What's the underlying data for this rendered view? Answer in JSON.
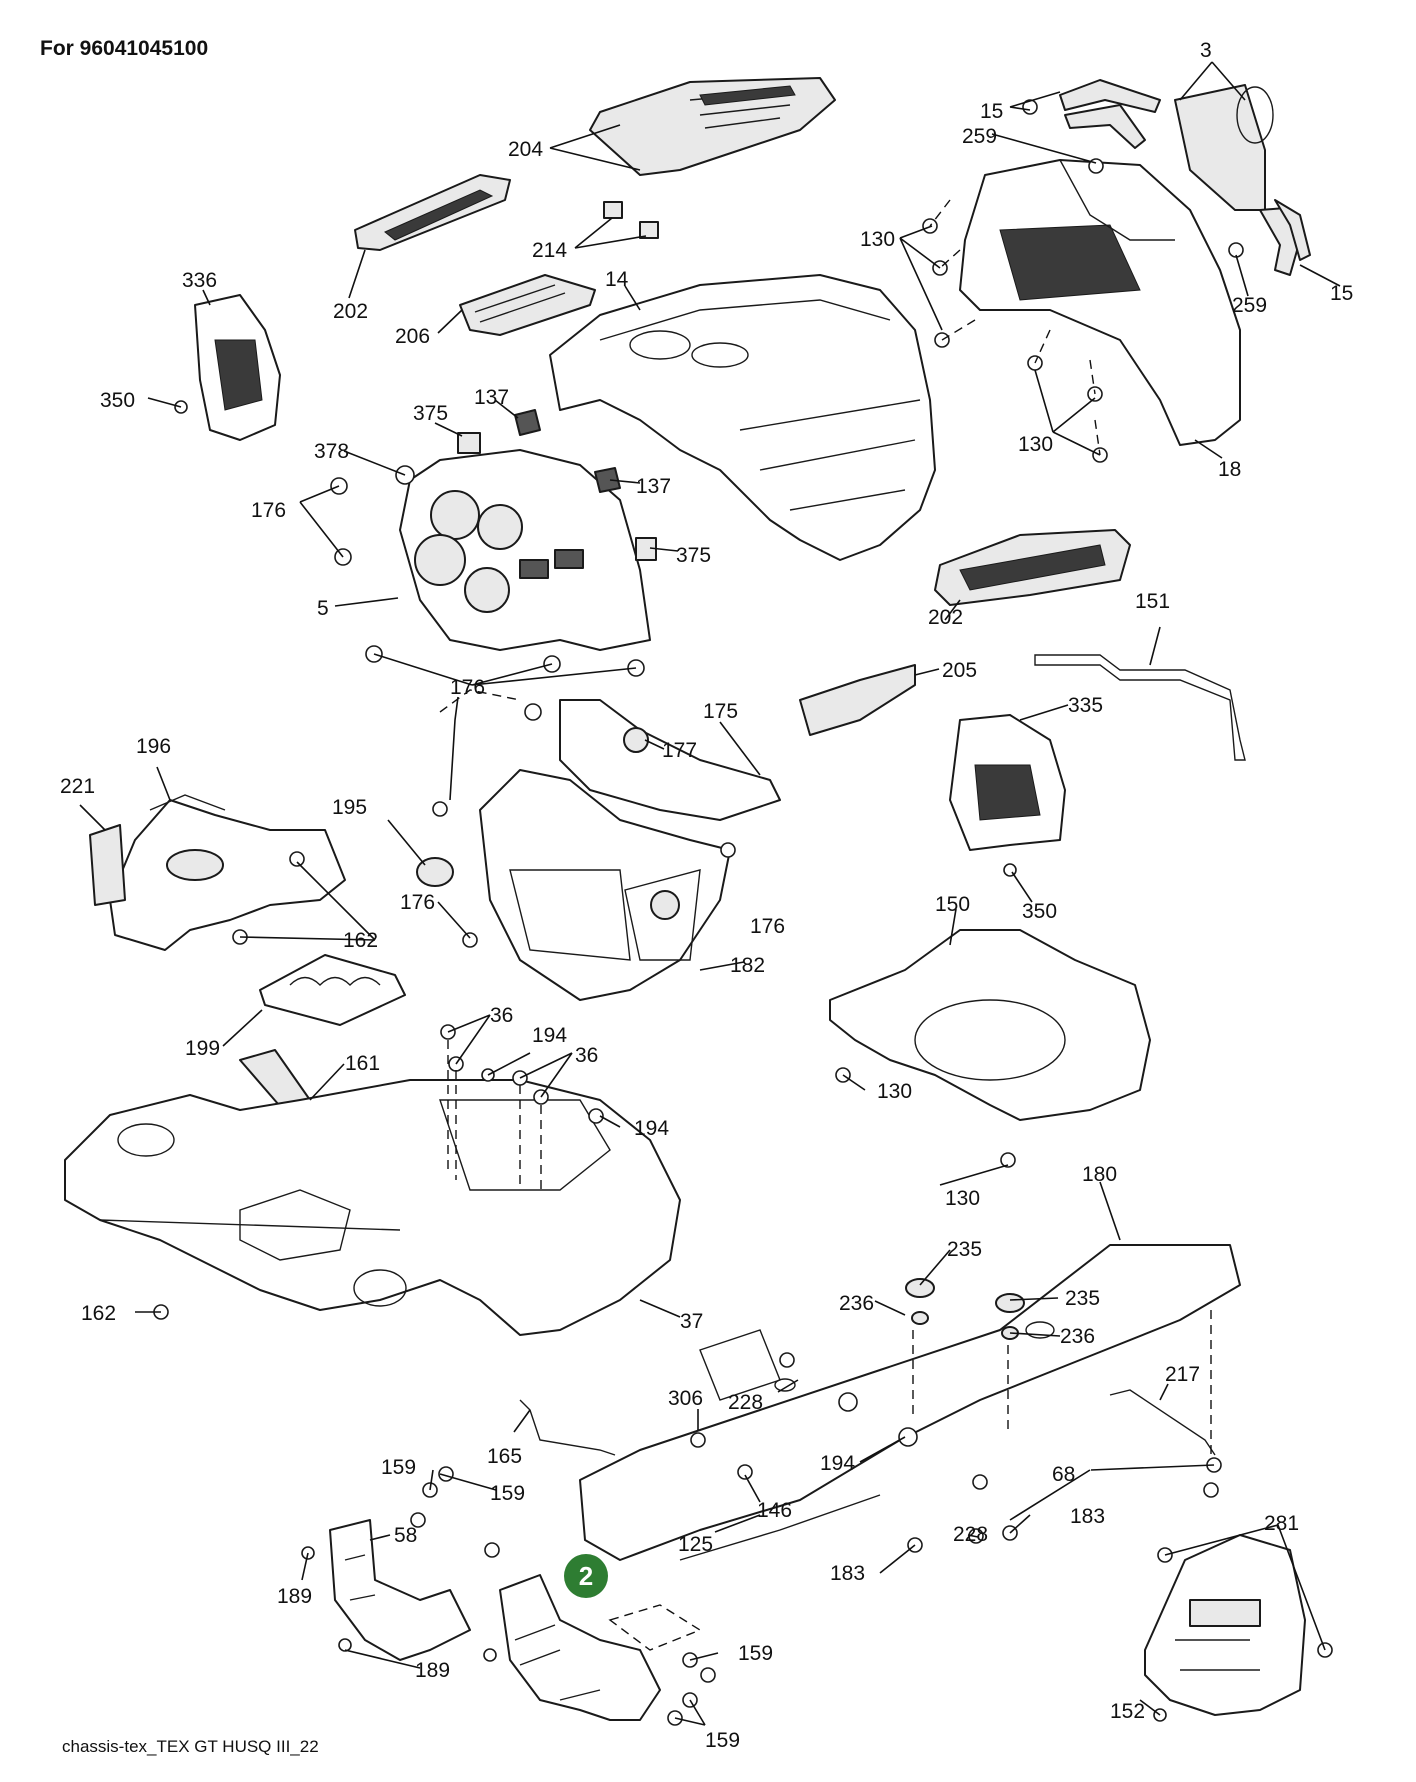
{
  "header": {
    "title": "For 96041045100"
  },
  "footer": {
    "caption": "chassis-tex_TEX GT HUSQ III_22"
  },
  "badge": {
    "value": "2",
    "color": "#2e7d32"
  },
  "callouts": [
    "3",
    "15",
    "259",
    "204",
    "130",
    "214",
    "259",
    "15",
    "202",
    "14",
    "336",
    "206",
    "350",
    "130",
    "137",
    "375",
    "378",
    "176",
    "137",
    "18",
    "375",
    "5",
    "202",
    "176",
    "151",
    "205",
    "175",
    "177",
    "335",
    "196",
    "221",
    "195",
    "176",
    "162",
    "176",
    "350",
    "182",
    "150",
    "199",
    "36",
    "194",
    "36",
    "161",
    "130",
    "194",
    "130",
    "180",
    "235",
    "162",
    "37",
    "236",
    "235",
    "236",
    "217",
    "306",
    "228",
    "165",
    "194",
    "159",
    "146",
    "68",
    "159",
    "58",
    "125",
    "228",
    "183",
    "281",
    "189",
    "183",
    "189",
    "159",
    "152",
    "159"
  ]
}
